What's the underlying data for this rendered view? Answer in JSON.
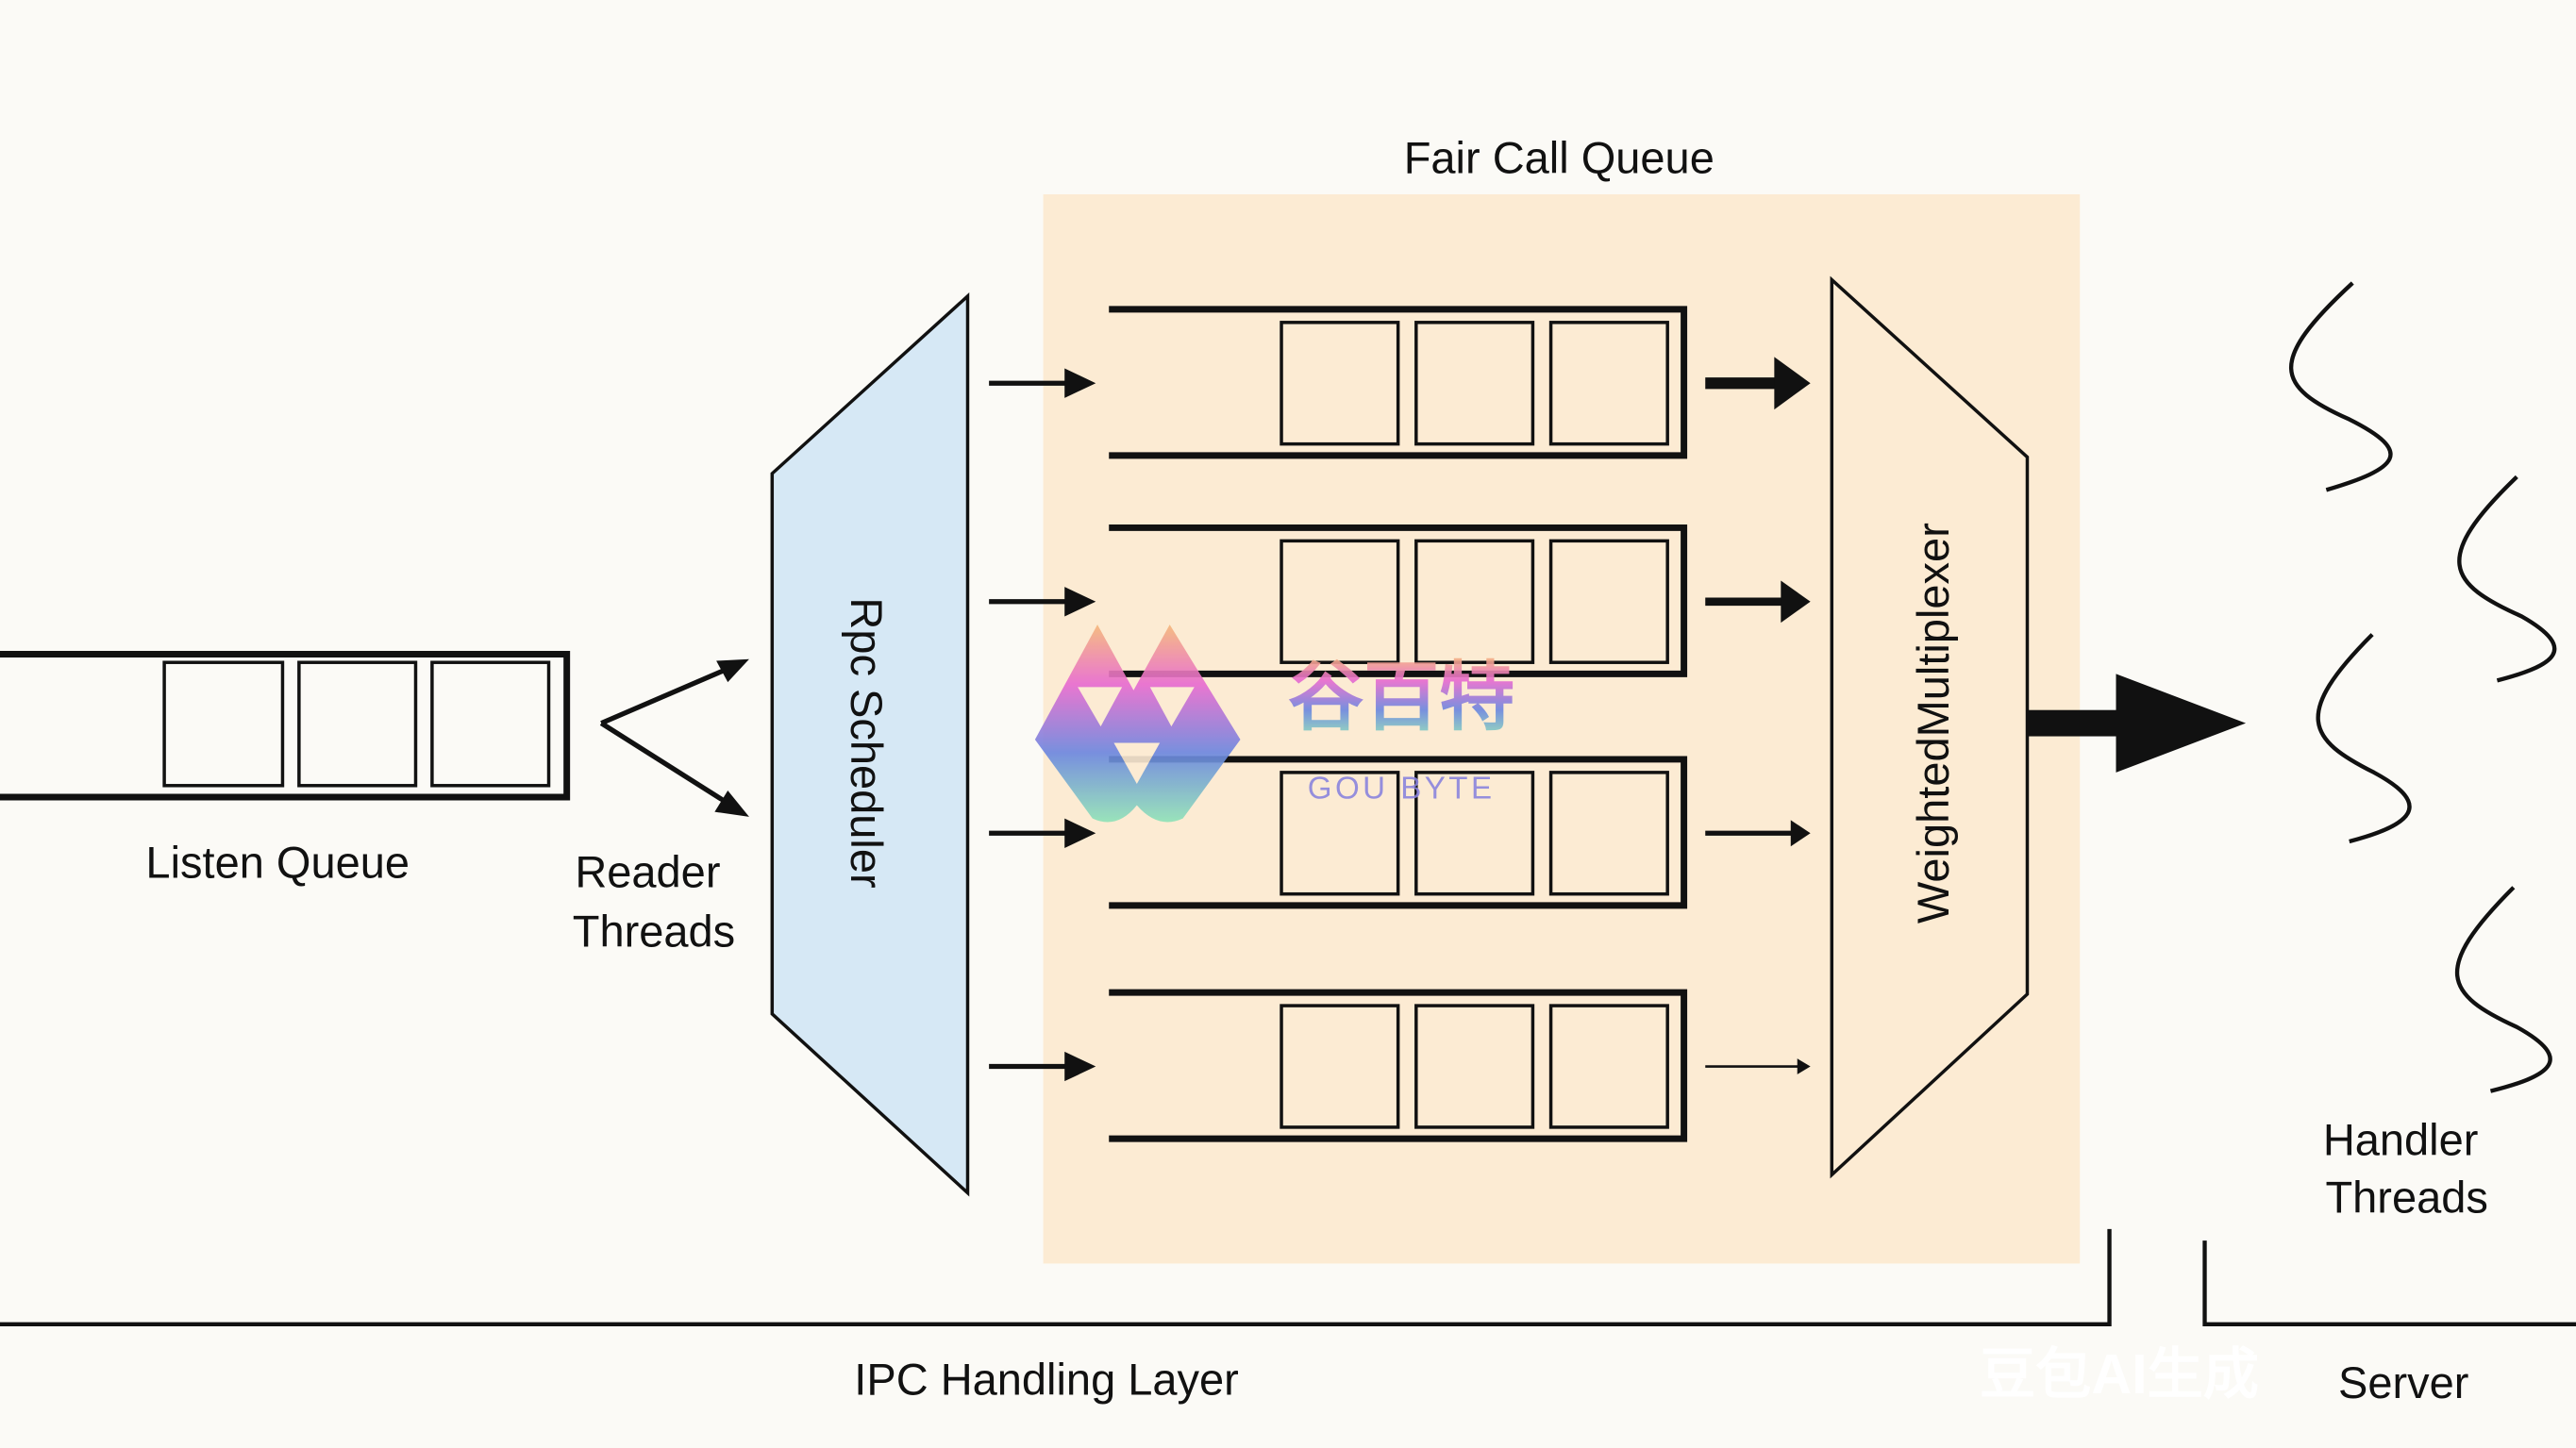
{
  "title": "Fair Call Queue",
  "listen_queue": {
    "label": "Listen Queue"
  },
  "reader_threads": {
    "label_line1": "Reader",
    "label_line2": "Threads"
  },
  "scheduler": {
    "label": "Rpc Scheduler"
  },
  "multiplexer": {
    "label": "WeightedMultiplexer"
  },
  "handler_threads": {
    "label_line1": "Handler",
    "label_line2": "Threads"
  },
  "brackets": {
    "ipc": "IPC Handling Layer",
    "server": "Server"
  },
  "colors": {
    "fair_queue_bg": "#fcebd3",
    "scheduler_fill": "#d6e8f5",
    "background": "#fbfaf6",
    "line": "#111111"
  },
  "watermarks": {
    "logo_text": "谷百特",
    "logo_subtext": "GOU BYTE",
    "ai_mark": "豆包AI生成"
  }
}
